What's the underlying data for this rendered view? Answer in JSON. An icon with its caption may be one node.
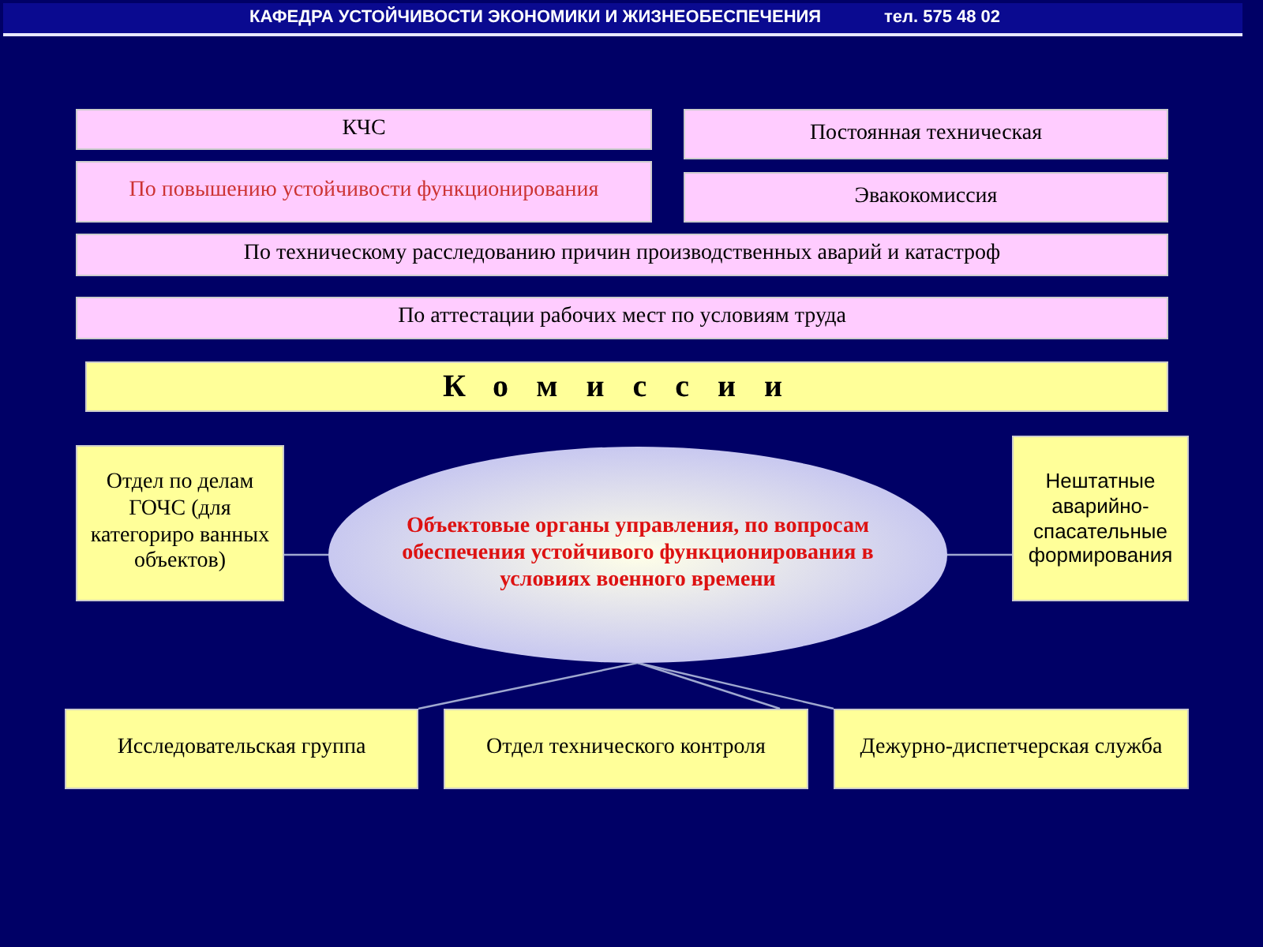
{
  "diagram": {
    "title": "КАФЕДРА УСТОЙЧИВОСТИ ЭКОНОМИКИ И ЖИЗНЕОБЕСПЕЧЕНИЯ",
    "nodes": [
      {
        "text": [
          "КЧС"
        ]
      },
      {
        "text": [
          "По повышению устойчивости функционирования"
        ]
      },
      {
        "text": [
          "Постоянная техническая"
        ]
      },
      {
        "text": [
          "Эвакокомиссия"
        ]
      },
      {
        "text": [
          "По техническому расследованию причин производственных аварий и катастроф"
        ]
      },
      {
        "text": [
          "По аттестации рабочих мест по условиям труда"
        ]
      },
      {
        "text": [
          "Комиссии"
        ]
      },
      {
        "text": [
          "Отдел по делам ГОЧС (для категориро ванных объектов)"
        ]
      },
      {
        "text": [
          "Объектовые органы управления, по вопросам обеспечения устойчивого функционирования в условиях военного времени"
        ]
      },
      {
        "text": [
          "Нештатные аварийно-спасательные формирования"
        ]
      },
      {
        "text": [
          "Исследовательская группа"
        ]
      },
      {
        "text": [
          "Отдел технического контроля"
        ]
      },
      {
        "text": [
          "Дежурно-диспетчерская служба"
        ]
      }
    ],
    "edges": [
      {
        "from": 8,
        "to": 7,
        "arrow": "none"
      },
      {
        "from": 8,
        "to": 9,
        "arrow": "none"
      },
      {
        "from": 8,
        "to": 10,
        "arrow": "none"
      },
      {
        "from": 8,
        "to": 11,
        "arrow": "none"
      },
      {
        "from": 8,
        "to": 12,
        "arrow": "none"
      }
    ],
    "labels": [
      "тел. 575 48 02"
    ]
  }
}
